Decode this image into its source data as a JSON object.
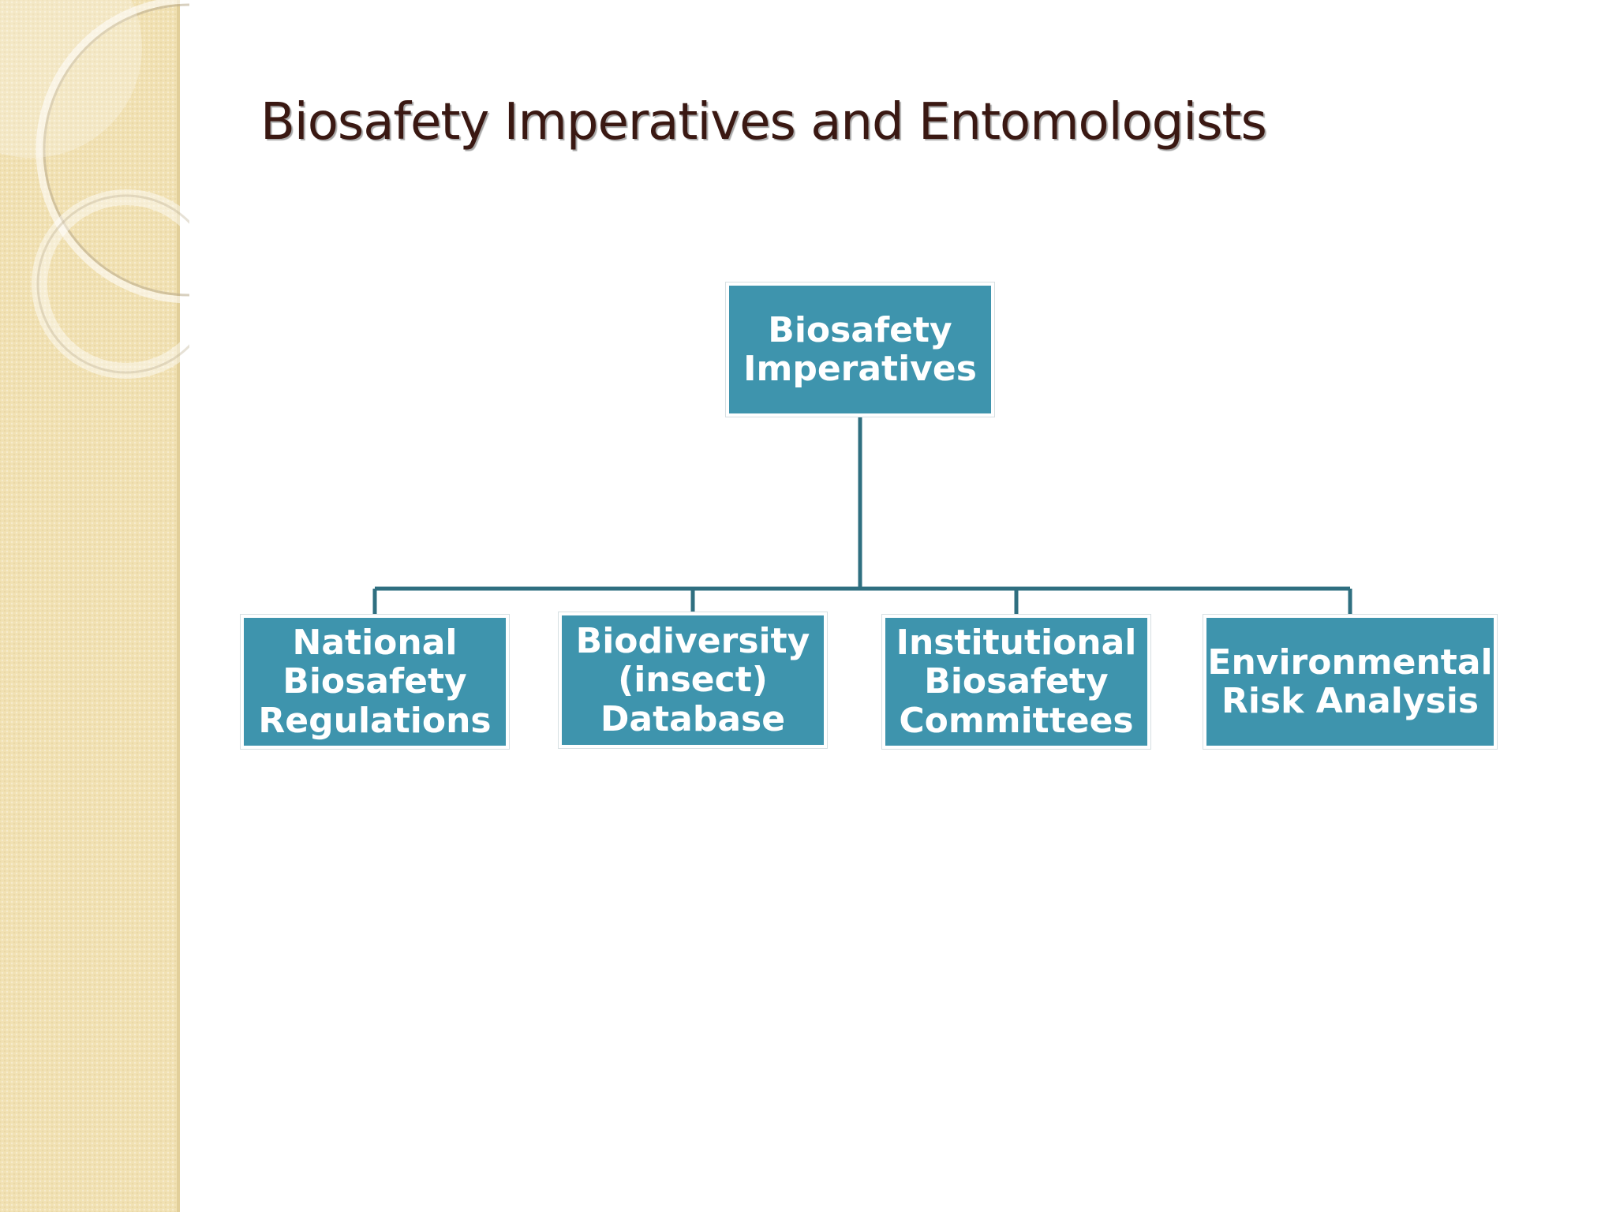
{
  "slide": {
    "title": "Biosafety Imperatives and Entomologists"
  },
  "colors": {
    "node_fill": "#3e94ad",
    "connector": "#2f6f80",
    "title": "#3a1812",
    "sidebar": "#f1e1b3"
  },
  "diagram": {
    "root": {
      "lines": [
        "Biosafety",
        "Imperatives"
      ]
    },
    "children": [
      {
        "lines": [
          "National",
          "Biosafety",
          "Regulations"
        ]
      },
      {
        "lines": [
          "Biodiversity",
          "(insect)",
          "Database"
        ]
      },
      {
        "lines": [
          "Institutional",
          "Biosafety",
          "Committees"
        ]
      },
      {
        "lines": [
          "Environmental",
          "Risk Analysis"
        ]
      }
    ]
  }
}
